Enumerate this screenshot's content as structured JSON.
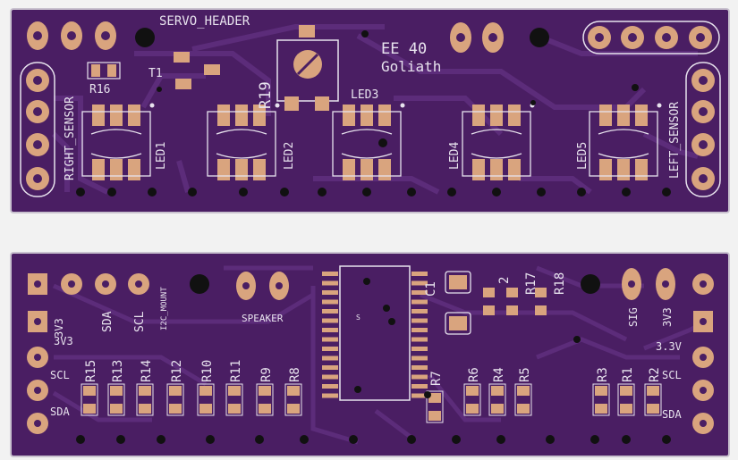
{
  "colors": {
    "board": "#4a1e63",
    "board_edge": "#3d1652",
    "trace": "#5a2a78",
    "copper": "#d9a47e",
    "silkscreen": "#e8e3ee",
    "drill": "#111111",
    "background": "#f2f2f2"
  },
  "top_board": {
    "labels": {
      "servo_header": "SERVO_HEADER",
      "ee40": "EE 40",
      "goliath": "Goliath",
      "r16": "R16",
      "t1": "T1",
      "r19": "R19",
      "led3": "LED3",
      "led1": "LED1",
      "led2": "LED2",
      "led4": "LED4",
      "led5": "LED5",
      "right_sensor": "RIGHT_SENSOR",
      "left_sensor": "LEFT_SENSOR"
    }
  },
  "bottom_board": {
    "labels": {
      "v3_top": "3V3",
      "sda_top": "SDA",
      "scl_top": "SCL",
      "i2c_mount": "I2C_MOUNT",
      "speaker": "SPEAKER",
      "s": "S",
      "c1": "C1",
      "c2": "2",
      "r17": "R17",
      "r18": "R18",
      "sig": "SIG",
      "v3_right": "3V3",
      "v33_right": "3.3V",
      "scl_right": "SCL",
      "sda_right": "SDA",
      "v3_left": "3V3",
      "scl_left": "SCL",
      "sda_left": "SDA",
      "r15": "R15",
      "r13": "R13",
      "r14": "R14",
      "r12": "R12",
      "r10": "R10",
      "r11": "R11",
      "r9": "R9",
      "r8": "R8",
      "r7": "R7",
      "r6": "R6",
      "r4": "R4",
      "r5": "R5",
      "r3": "R3",
      "r1": "R1",
      "r2": "R2"
    }
  }
}
